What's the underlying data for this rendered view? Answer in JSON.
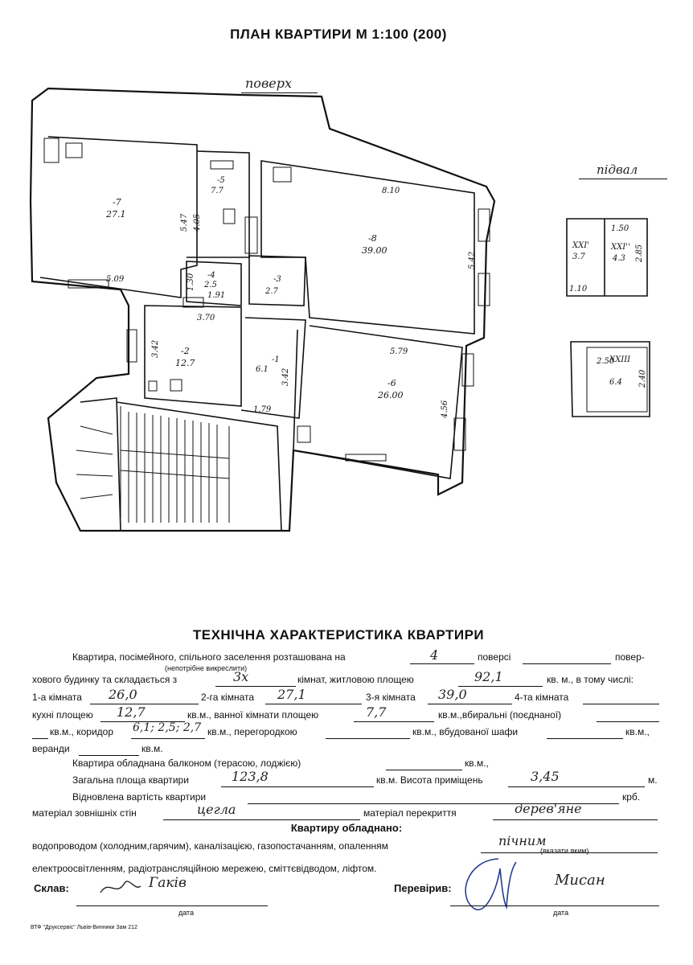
{
  "plan": {
    "title": "ПЛАН КВАРТИРИ М 1:100 (200)",
    "floor_note": "поверх",
    "basement_note": "підвал",
    "rooms": [
      {
        "num": "-7",
        "area": "27.1"
      },
      {
        "num": "-5",
        "area": "7.7"
      },
      {
        "num": "-8",
        "area": "39.00"
      },
      {
        "num": "-4",
        "area": "2.5"
      },
      {
        "num": "-3",
        "area": "2.7"
      },
      {
        "num": "-2",
        "area": "12.7"
      },
      {
        "num": "-1",
        "area": "6.1"
      },
      {
        "num": "-6",
        "area": "26.00"
      }
    ],
    "dims": [
      "5.47",
      "4.05",
      "8.10",
      "5.42",
      "5.09",
      "1.30",
      "1.91",
      "3.70",
      "3.42",
      "3.42",
      "1.79",
      "5.79",
      "4.56"
    ],
    "basement": [
      {
        "num": "XXI'",
        "area": "3.7"
      },
      {
        "num": "XXI''",
        "area": "4.3"
      },
      {
        "num": "XXIII",
        "area": "6.4"
      }
    ],
    "basement_dims": [
      "1.50",
      "2.85",
      "1.10",
      "2.50",
      "2.40"
    ]
  },
  "tech": {
    "title": "ТЕХНІЧНА ХАРАКТЕРИСТИКА КВАРТИРИ",
    "row1": {
      "a": "Квартира, посімейного, спільного заселення розташована на",
      "floor": "4",
      "b": "поверсі",
      "c": "повер-"
    },
    "row1_note": "(непотрібне викреслити)",
    "row2": {
      "a": "хового будинку та складається з",
      "rooms": "3х",
      "b": "кімнат, житловою площею",
      "living": "92,1",
      "c": "кв. м., в тому числі:"
    },
    "row3": {
      "a": "1-а кімната",
      "r1": "26,0",
      "b": "2-га кімната",
      "r2": "27,1",
      "c": "3-я кімната",
      "r3": "39,0",
      "d": "4-та кімната"
    },
    "row4": {
      "a": "кухні площею",
      "kitchen": "12,7",
      "b": "кв.м., ванної кімнати площею",
      "bath": "7,7",
      "c": "кв.м.,вбиральні (поєднаної)"
    },
    "row5": {
      "a": "кв.м., коридор",
      "corridor": "6,1; 2,5; 2,7",
      "b": "кв.м., перегородкою",
      "c": "кв.м., вбудованої шафи",
      "d": "кв.м.,"
    },
    "row6": {
      "a": "веранди",
      "b": "кв.м."
    },
    "row7": {
      "a": "Квартира обладнана балконом (терасою, лоджією)",
      "b": "кв.м.,"
    },
    "row8": {
      "a": "Загальна площа квартири",
      "total": "123,8",
      "b": "кв.м. Висота приміщень",
      "height": "3,45",
      "c": "м."
    },
    "row9": {
      "a": "Відновлена вартість квартири",
      "b": "крб."
    },
    "row10": {
      "a": "матеріал зовнішніх стін",
      "walls": "цегла",
      "b": "матеріал перекриття",
      "floors": "дерев'яне"
    },
    "equipped_title": "Квартиру обладнано:",
    "row11": {
      "a": "водопроводом (холодним,гарячим), каналізацією, газопостачанням, опаленням",
      "heating": "пічним",
      "note": "(вказати яким)"
    },
    "row12": {
      "a": "електроосвітленням, радіотрансляційною мережею, сміттєвідводом, ліфтом."
    },
    "composed_label": "Склав:",
    "composed_sign": "Гаків",
    "checked_label": "Перевірив:",
    "checked_sign": "Мисан",
    "date_label": "дата",
    "date_label2": "дата",
    "footer": "ВТФ \"Друксервіс\" Львів-Винники Зам 212"
  }
}
